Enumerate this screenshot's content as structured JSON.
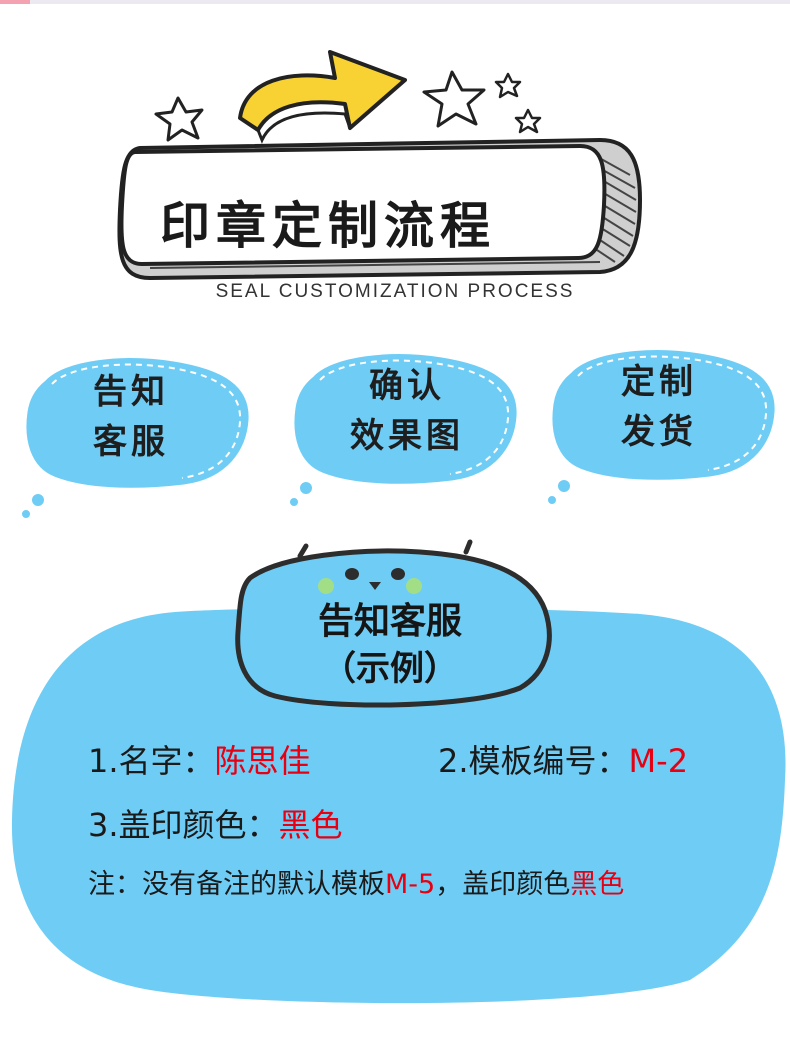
{
  "header": {
    "title": "印章定制流程",
    "subtitle": "SEAL CUSTOMIZATION PROCESS"
  },
  "steps": [
    {
      "line1": "告知",
      "line2": "客服"
    },
    {
      "line1": "确认",
      "line2": "效果图"
    },
    {
      "line1": "定制",
      "line2": "发货"
    }
  ],
  "example": {
    "title": "告知客服",
    "subtitle": "（示例）",
    "item1_label": "1.名字：",
    "item1_value": "陈思佳",
    "item2_label": "2.模板编号：",
    "item2_value": "M-2",
    "item3_label": "3.盖印颜色：",
    "item3_value": "黑色",
    "note_prefix": "注：没有备注的默认模板",
    "note_template": "M-5",
    "note_middle": "，盖印颜色",
    "note_color": "黑色"
  },
  "colors": {
    "cloud_blue": "#6fcdf5",
    "cloud_outline": "#2d2d2d",
    "arrow_yellow": "#f7d232",
    "accent_red": "#e60012"
  }
}
